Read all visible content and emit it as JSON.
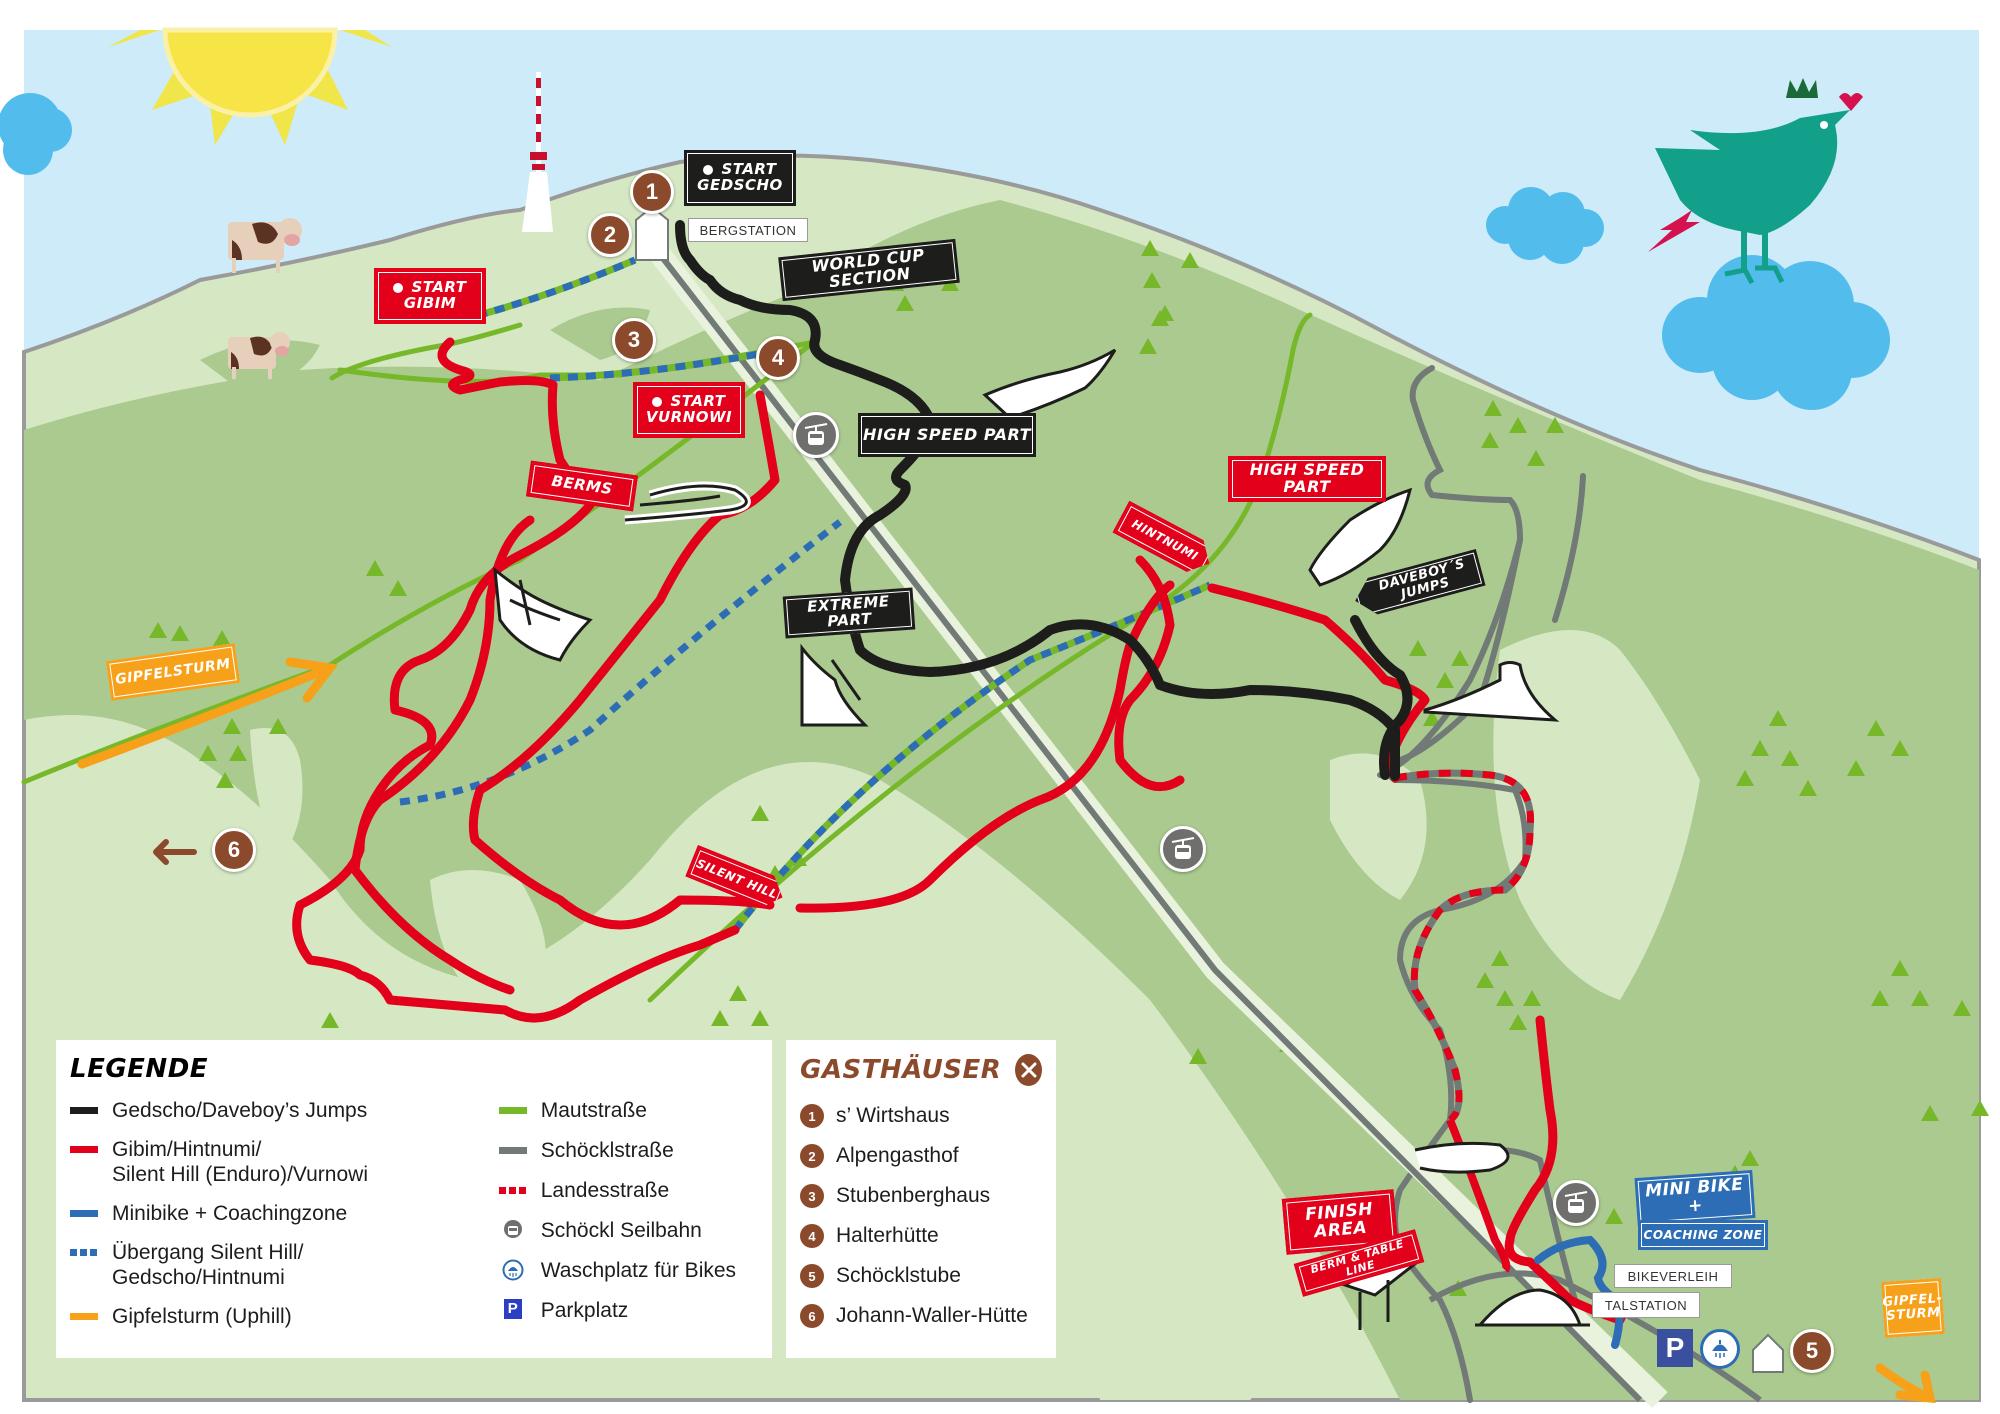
{
  "colors": {
    "sky": "#cdebf8",
    "cloud": "#52bdec",
    "sun": "#f7e548",
    "meadow_light": "#d6e8c3",
    "meadow_dark": "#abca8f",
    "trail_black": "#1d1d1b",
    "trail_red": "#e2001a",
    "trail_blue": "#2d6db5",
    "trail_orange": "#f7a11a",
    "road_green": "#76b82a",
    "road_grey": "#717a76",
    "restaurant_brown": "#8b4a2b",
    "bird_teal": "#12a08b"
  },
  "signs": {
    "start_gedscho": {
      "line1": "Start",
      "line2": "Gedscho"
    },
    "start_gibim": {
      "line1": "Start",
      "line2": "Gibim"
    },
    "start_vurnowi": {
      "line1": "Start",
      "line2": "Vurnowi"
    },
    "world_cup_section": "World Cup Section",
    "high_speed_part_black": "High Speed Part",
    "high_speed_part_red": "High Speed Part",
    "berms": "Berms",
    "extreme_part": "Extreme Part",
    "hintnumi": "Hintnumi",
    "daveboys_jumps": "Daveboy´s Jumps",
    "silent_hill": "Silent Hill",
    "gipfelsturm_left": "Gipfelsturm",
    "gipfelsturm_right": {
      "line1": "Gipfel-",
      "line2": "sturm"
    },
    "finish_area": "Finish Area",
    "berm_table_line": "Berm & Table Line",
    "mini_bike": "Mini Bike +",
    "coaching_zone": "Coaching Zone"
  },
  "labels": {
    "bergstation": "BERGSTATION",
    "talstation": "TALSTATION",
    "bikeverleih": "BIKEVERLEIH"
  },
  "markers": {
    "m1": "1",
    "m2": "2",
    "m3": "3",
    "m4": "4",
    "m5": "5",
    "m6": "6",
    "parking": "P"
  },
  "legend": {
    "title": "Legende",
    "left_items": [
      {
        "label": "Gedscho/Daveboy’s Jumps",
        "color": "#1d1d1b",
        "style": "solid"
      },
      {
        "label": "Gibim/Hintnumi/\nSilent Hill (Enduro)/Vurnowi",
        "line1": "Gibim/Hintnumi/",
        "line2": "Silent Hill (Enduro)/Vurnowi",
        "color": "#e2001a",
        "style": "solid"
      },
      {
        "label": "Minibike + Coachingzone",
        "color": "#2d6db5",
        "style": "solid"
      },
      {
        "label": "Übergang Silent Hill/\nGedscho/Hintnumi",
        "line1": "Übergang Silent Hill/",
        "line2": "Gedscho/Hintnumi",
        "color": "#2d6db5",
        "style": "dashed"
      },
      {
        "label": "Gipfelsturm (Uphill)",
        "color": "#f7a11a",
        "style": "solid"
      }
    ],
    "right_items": [
      {
        "label": "Mautstraße",
        "color": "#76b82a",
        "style": "solid"
      },
      {
        "label": "Schöcklstraße",
        "color": "#717a76",
        "style": "solid"
      },
      {
        "label": "Landesstraße",
        "color": "#e2001a",
        "style": "dashed"
      },
      {
        "label": "Schöckl Seilbahn",
        "icon": "cable-car-icon"
      },
      {
        "label": "Waschplatz für Bikes",
        "icon": "bike-wash-icon"
      },
      {
        "label": "Parkplatz",
        "icon": "parking-icon"
      }
    ]
  },
  "gasthaeuser": {
    "title": "Gasthäuser",
    "icon": "cutlery-icon",
    "items": [
      {
        "number": "1",
        "name": "s’ Wirtshaus"
      },
      {
        "number": "2",
        "name": "Alpengasthof"
      },
      {
        "number": "3",
        "name": "Stubenberghaus"
      },
      {
        "number": "4",
        "name": "Halterhütte"
      },
      {
        "number": "5",
        "name": "Schöcklstube"
      },
      {
        "number": "6",
        "name": "Johann-Waller-Hütte"
      }
    ]
  }
}
